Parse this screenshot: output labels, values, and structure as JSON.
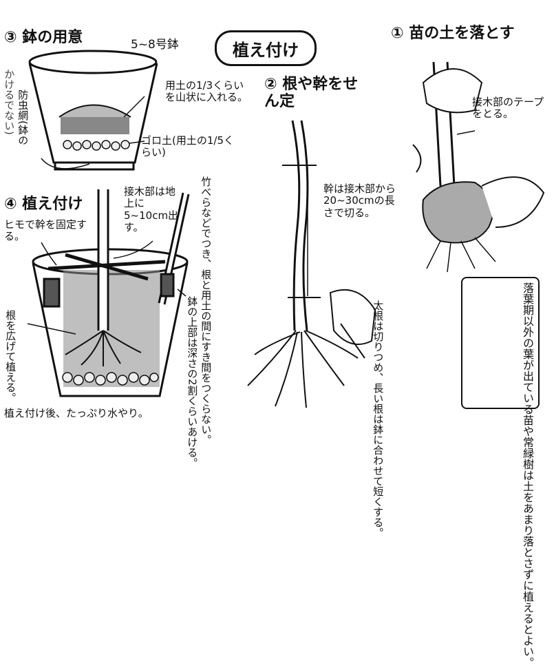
{
  "title": "植え付け",
  "step3": {
    "heading": "③ 鉢の用意",
    "pot_size": "5~8号鉢",
    "soil_note": "用土の1/3くらいを山状に入れる。",
    "stones_note": "ゴロ土(用土の1/5くらい)",
    "net_note": "防虫網(鉢の",
    "net_note_cut": "かけるでない)"
  },
  "step2": {
    "heading": "② 根や幹をせん定",
    "trunk_note": "幹は接木部から20~30cmの長さで切る。",
    "root_note": "太根は切りつめ、長い根は鉢に合わせて短くする。"
  },
  "step1": {
    "heading": "① 苗の土を落とす",
    "tape_note": "接木部のテープをとる。"
  },
  "step4": {
    "heading": "④ 植え付け",
    "tie_note": "ヒモで幹を固定する。",
    "graft_note": "接木部は地上に5~10cm出す。",
    "stick_note": "竹べらなどでつき、根と用土の間にすき間をつくらない。",
    "spread_note": "根を広げて植える。",
    "top_note": "鉢の上部は深さの2割くらいあける。",
    "water_note": "植え付け後、たっぷり水やり。"
  },
  "box_note": "落葉期以外の葉が出ている苗や常緑樹は土をあまり落とさずに植えるとよい。"
}
